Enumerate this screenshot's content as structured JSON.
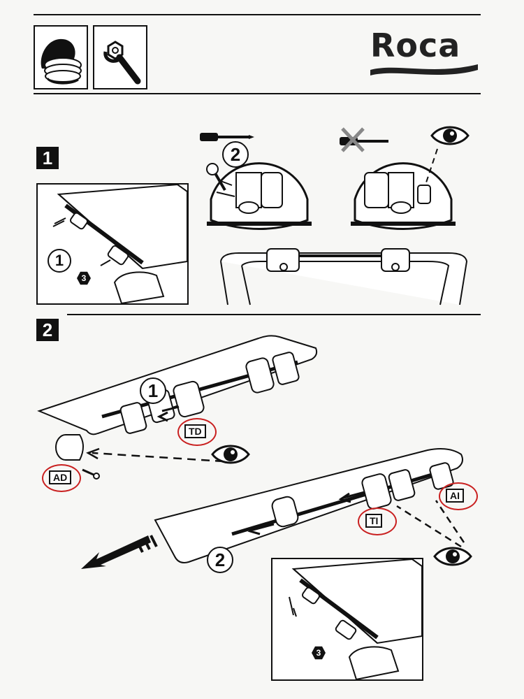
{
  "header": {
    "brand": "Roca",
    "icons": [
      "toilet-seat-icon",
      "wrench-icon"
    ]
  },
  "steps": [
    {
      "number": "1",
      "substeps": [
        "1",
        "2"
      ],
      "tool_count": "3"
    },
    {
      "number": "2",
      "substeps": [
        "1",
        "2"
      ],
      "tool_count": "3",
      "labels": {
        "td": "TD",
        "ad": "AD",
        "ai": "AI",
        "ti": "TI"
      }
    }
  ],
  "colors": {
    "ink": "#111111",
    "highlight": "#c92020",
    "paper": "#f7f7f5"
  }
}
